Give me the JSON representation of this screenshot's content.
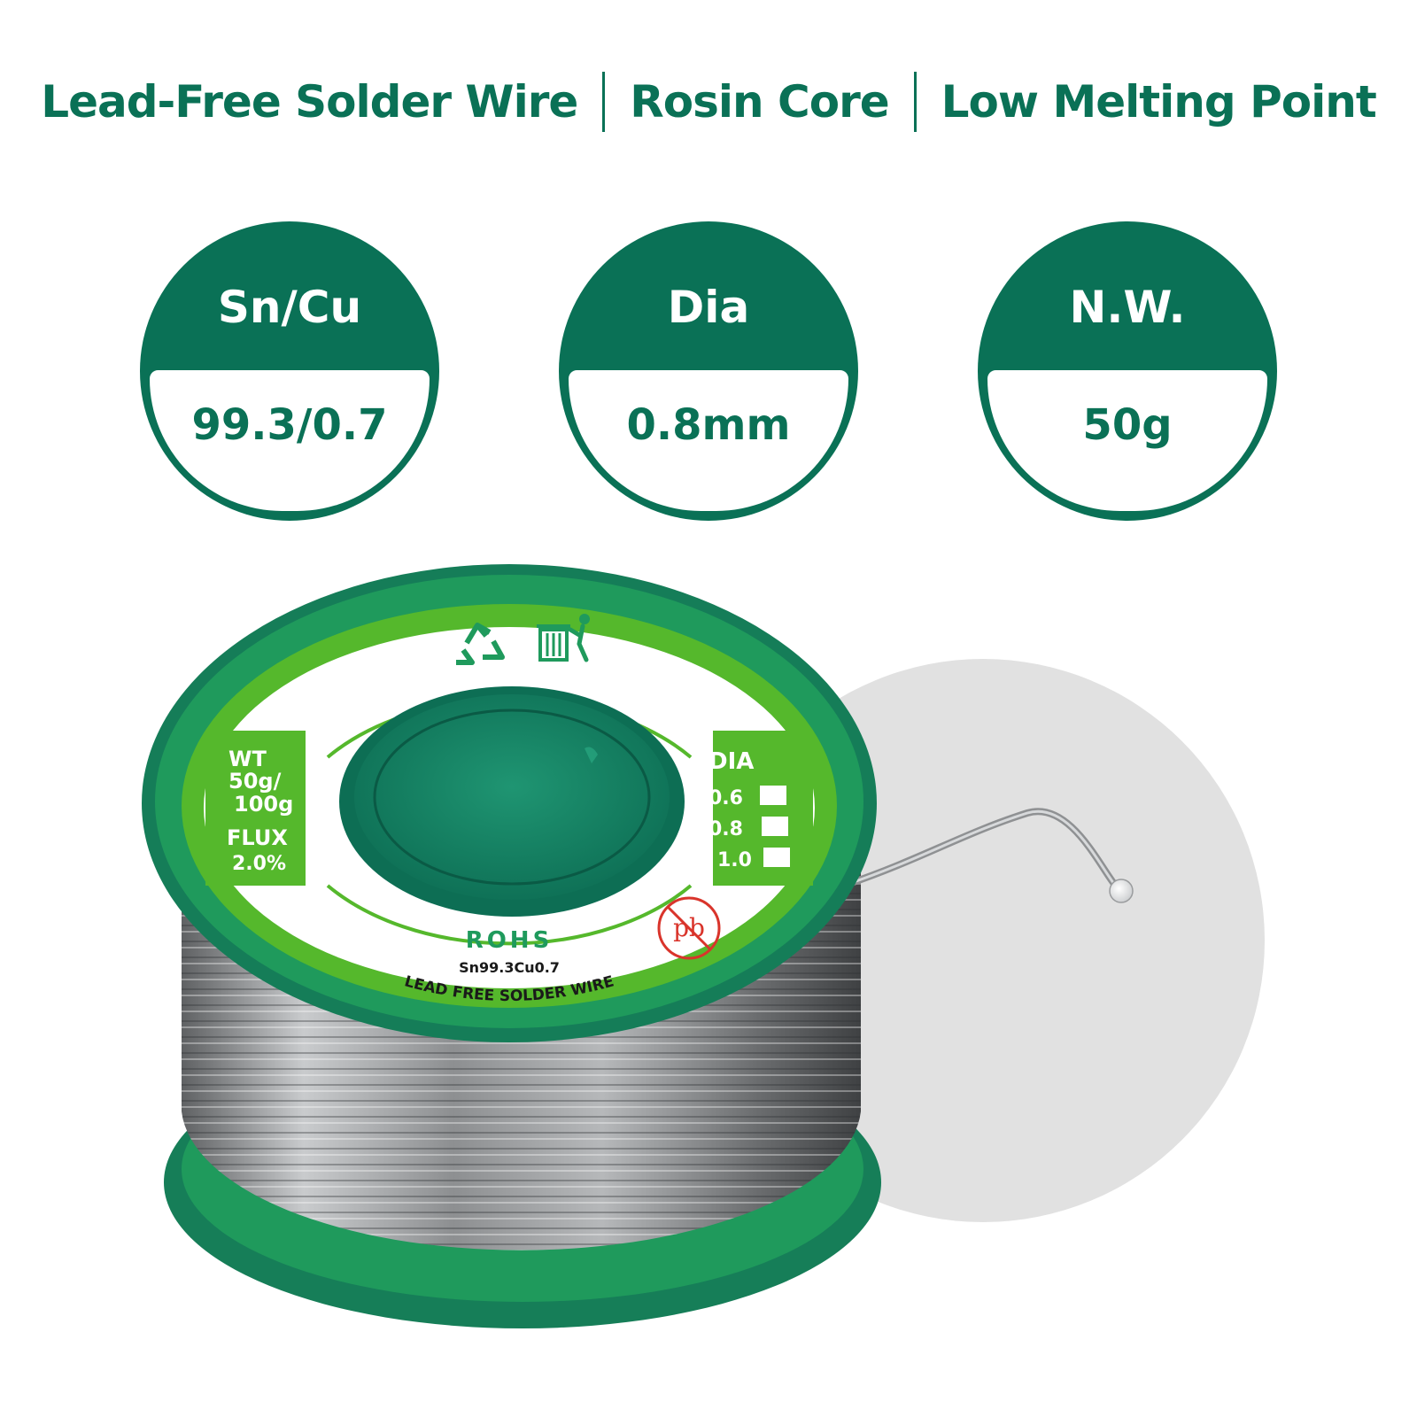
{
  "headline": {
    "segments": [
      "Lead-Free Solder Wire",
      "Rosin Core",
      "Low Melting Point"
    ]
  },
  "badges": [
    {
      "label": "Sn/Cu",
      "value": "99.3/0.7"
    },
    {
      "label": "Dia",
      "value": "0.8mm"
    },
    {
      "label": "N.W.",
      "value": "50g"
    }
  ],
  "spool_label": {
    "wt_title": "WT",
    "wt_value_1": "50g/",
    "wt_value_2": "100g",
    "flux_title": "FLUX",
    "flux_value": "2.0%",
    "dia_title": "DIA",
    "dia_options": [
      "0.6",
      "0.8",
      "1.0"
    ],
    "rohs": "ROHS",
    "alloy": "Sn99.3Cu0.7",
    "product_line": "LEAD FREE SOLDER WIRE",
    "pb_mark": "pb"
  },
  "colors": {
    "brand_green": "#0a7156",
    "spool_green": "#1f9a5c",
    "label_lime": "#55b82c",
    "wire_silver": "#9a9c9e",
    "backdrop_gray": "#e1e1e1",
    "no_lead_red": "#d9342b"
  },
  "icons": [
    "recycle-icon",
    "trash-bin-disposal-icon",
    "no-lead-icon"
  ]
}
